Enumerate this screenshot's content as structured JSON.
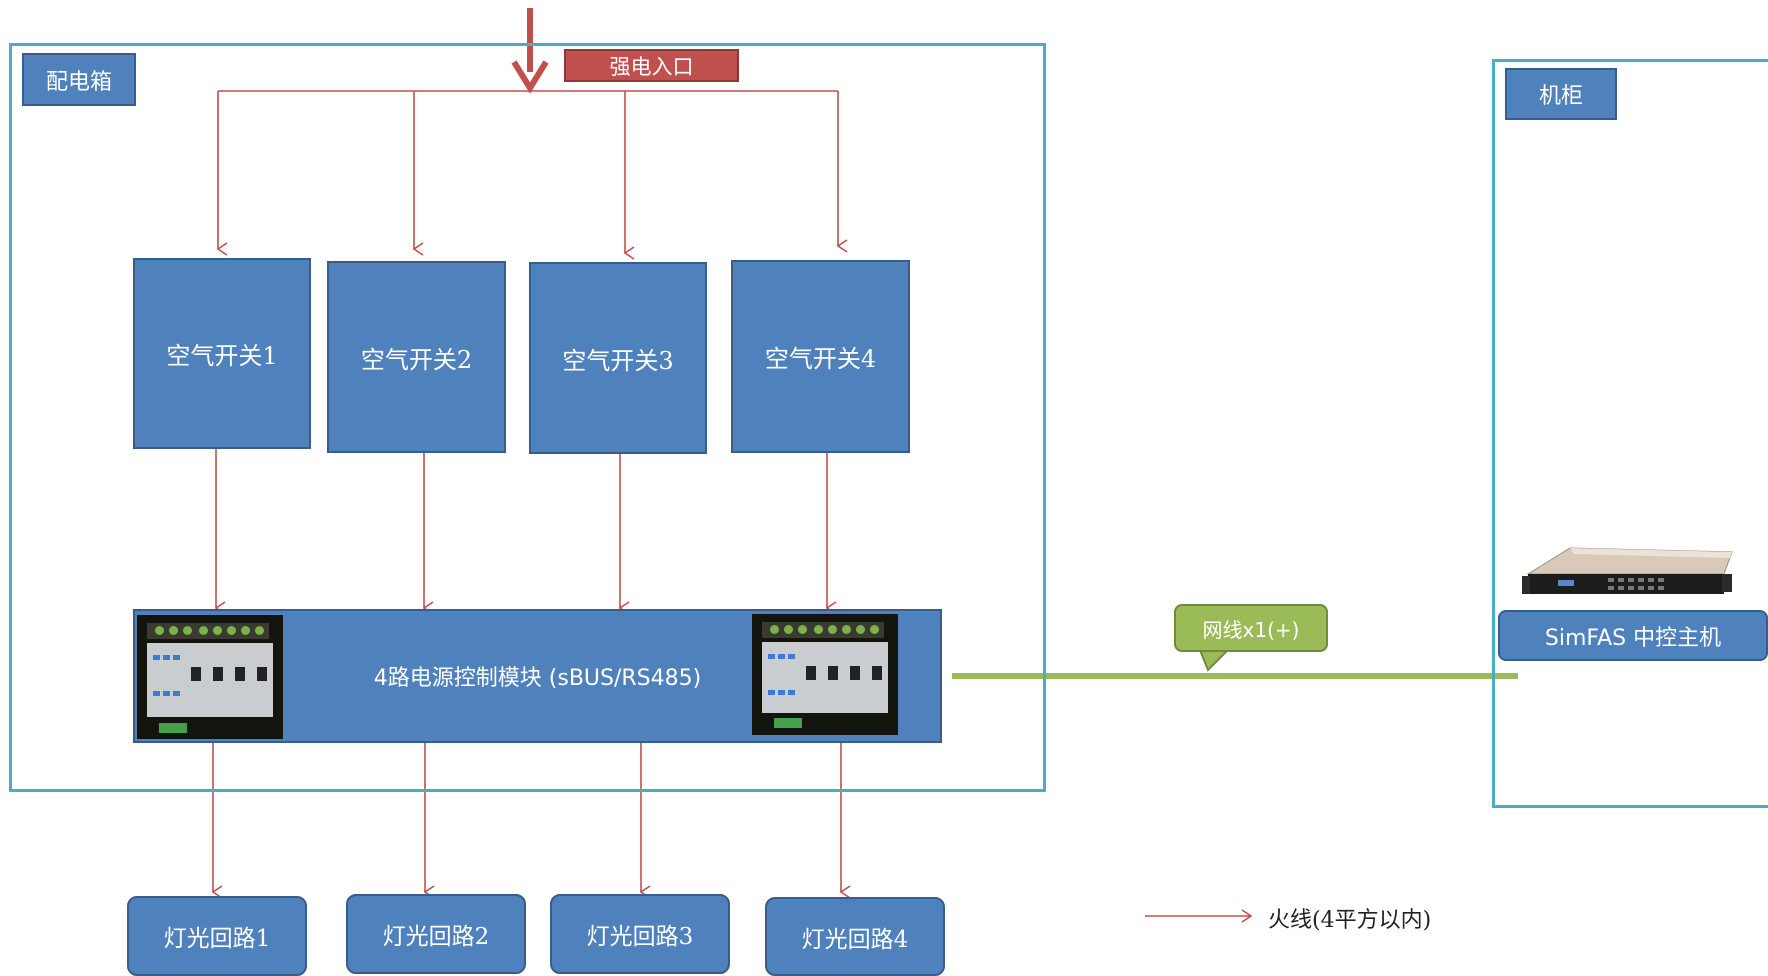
{
  "power_inlet": {
    "label": "强电入口"
  },
  "distribution_box": {
    "label": "配电箱"
  },
  "cabinet": {
    "label": "机柜"
  },
  "air_switches": [
    {
      "label": "空气开关1"
    },
    {
      "label": "空气开关2"
    },
    {
      "label": "空气开关3"
    },
    {
      "label": "空气开关4"
    }
  ],
  "control_module": {
    "label": "4路电源控制模块 (sBUS/RS485)"
  },
  "lighting_circuits": [
    {
      "label": "灯光回路1"
    },
    {
      "label": "灯光回路2"
    },
    {
      "label": "灯光回路3"
    },
    {
      "label": "灯光回路4"
    }
  ],
  "network": {
    "label": "网线x1(+)"
  },
  "host": {
    "label": "SimFAS 中控主机"
  },
  "legend": {
    "live_wire": "火线(4平方以内)"
  },
  "colors": {
    "frame": "#4bacc6",
    "box_fill": "#4f81bd",
    "box_border": "#385d8a",
    "live_wire": "#c0504d",
    "network_line": "#9bbb59"
  }
}
